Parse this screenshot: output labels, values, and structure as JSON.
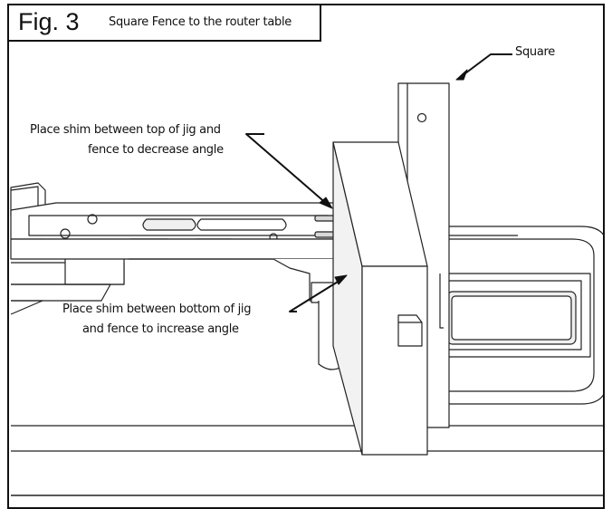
{
  "figure": {
    "number_label": "Fig. 3",
    "subtitle": "Square Fence to the router table"
  },
  "callouts": {
    "square": "Square",
    "top_line1": "Place shim between top of jig and",
    "top_line2": "fence to decrease angle",
    "bottom_line1": "Place shim between bottom of jig",
    "bottom_line2": "and fence to increase angle"
  },
  "colors": {
    "line": "#111111",
    "shade": "#e4e4e4",
    "dark_shade": "#c8c8c8"
  }
}
